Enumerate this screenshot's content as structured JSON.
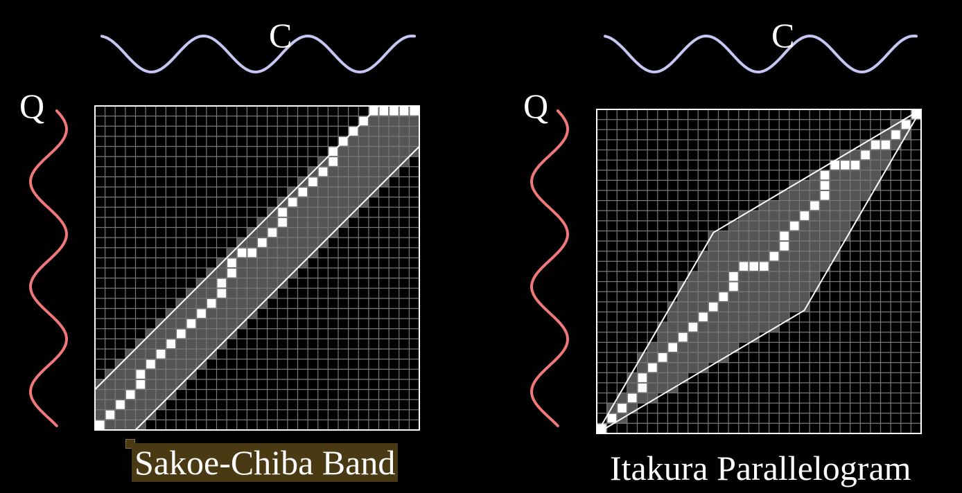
{
  "panels": [
    {
      "id": "sakoe",
      "caption": "Sakoe-Chiba Band",
      "c_label": "C",
      "q_label": "Q",
      "path": [
        [
          0,
          0
        ],
        [
          1,
          1
        ],
        [
          2,
          2
        ],
        [
          3,
          3
        ],
        [
          4,
          4
        ],
        [
          4,
          5
        ],
        [
          5,
          6
        ],
        [
          6,
          7
        ],
        [
          7,
          8
        ],
        [
          8,
          9
        ],
        [
          9,
          10
        ],
        [
          10,
          11
        ],
        [
          11,
          12
        ],
        [
          12,
          13
        ],
        [
          12,
          14
        ],
        [
          13,
          15
        ],
        [
          13,
          16
        ],
        [
          14,
          17
        ],
        [
          15,
          17
        ],
        [
          16,
          18
        ],
        [
          17,
          19
        ],
        [
          18,
          20
        ],
        [
          18,
          21
        ],
        [
          19,
          22
        ],
        [
          20,
          23
        ],
        [
          21,
          24
        ],
        [
          22,
          25
        ],
        [
          23,
          26
        ],
        [
          23,
          27
        ],
        [
          24,
          28
        ],
        [
          25,
          29
        ],
        [
          26,
          30
        ],
        [
          27,
          31
        ],
        [
          28,
          31
        ],
        [
          29,
          31
        ],
        [
          30,
          31
        ],
        [
          31,
          32
        ]
      ]
    },
    {
      "id": "itakura",
      "caption": "Itakura Parallelogram",
      "c_label": "C",
      "q_label": "Q",
      "path": [
        [
          0,
          0
        ],
        [
          1,
          1
        ],
        [
          2,
          2
        ],
        [
          3,
          3
        ],
        [
          4,
          4
        ],
        [
          4,
          5
        ],
        [
          5,
          6
        ],
        [
          6,
          7
        ],
        [
          7,
          8
        ],
        [
          8,
          9
        ],
        [
          9,
          10
        ],
        [
          10,
          11
        ],
        [
          11,
          12
        ],
        [
          12,
          13
        ],
        [
          13,
          14
        ],
        [
          13,
          15
        ],
        [
          14,
          16
        ],
        [
          15,
          16
        ],
        [
          16,
          16
        ],
        [
          17,
          17
        ],
        [
          18,
          18
        ],
        [
          18,
          19
        ],
        [
          19,
          20
        ],
        [
          20,
          21
        ],
        [
          21,
          22
        ],
        [
          22,
          23
        ],
        [
          22,
          24
        ],
        [
          22,
          25
        ],
        [
          23,
          26
        ],
        [
          24,
          26
        ],
        [
          25,
          26
        ],
        [
          26,
          27
        ],
        [
          27,
          28
        ],
        [
          28,
          28
        ],
        [
          29,
          29
        ],
        [
          30,
          30
        ],
        [
          31,
          31
        ]
      ]
    }
  ],
  "colors": {
    "background": "#000000",
    "grid": "#7a7a7a",
    "band_fill": "#555555",
    "path": "#ffffff",
    "c_wave": "#c6c6f2",
    "q_wave": "#f07878",
    "caption_highlight": "#4a3a14"
  }
}
